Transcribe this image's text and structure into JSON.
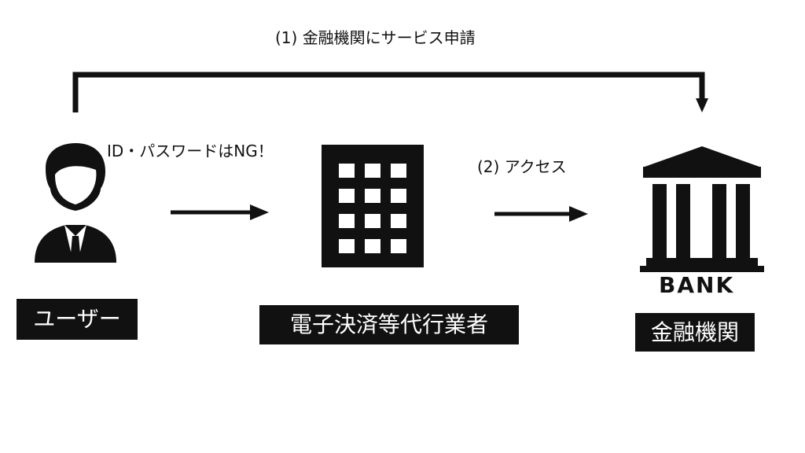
{
  "top_flow": {
    "label": "(1) 金融機関にサービス申請"
  },
  "middle_flow": {
    "warning_label": "ID・パスワードはNG！",
    "access_label": "(2) アクセス"
  },
  "nodes": {
    "user": "ユーザー",
    "provider": "電子決済等代行業者",
    "bank": "金融機関"
  },
  "bank_sign": "BANK",
  "colors": {
    "ink": "#111111",
    "background": "#ffffff"
  }
}
